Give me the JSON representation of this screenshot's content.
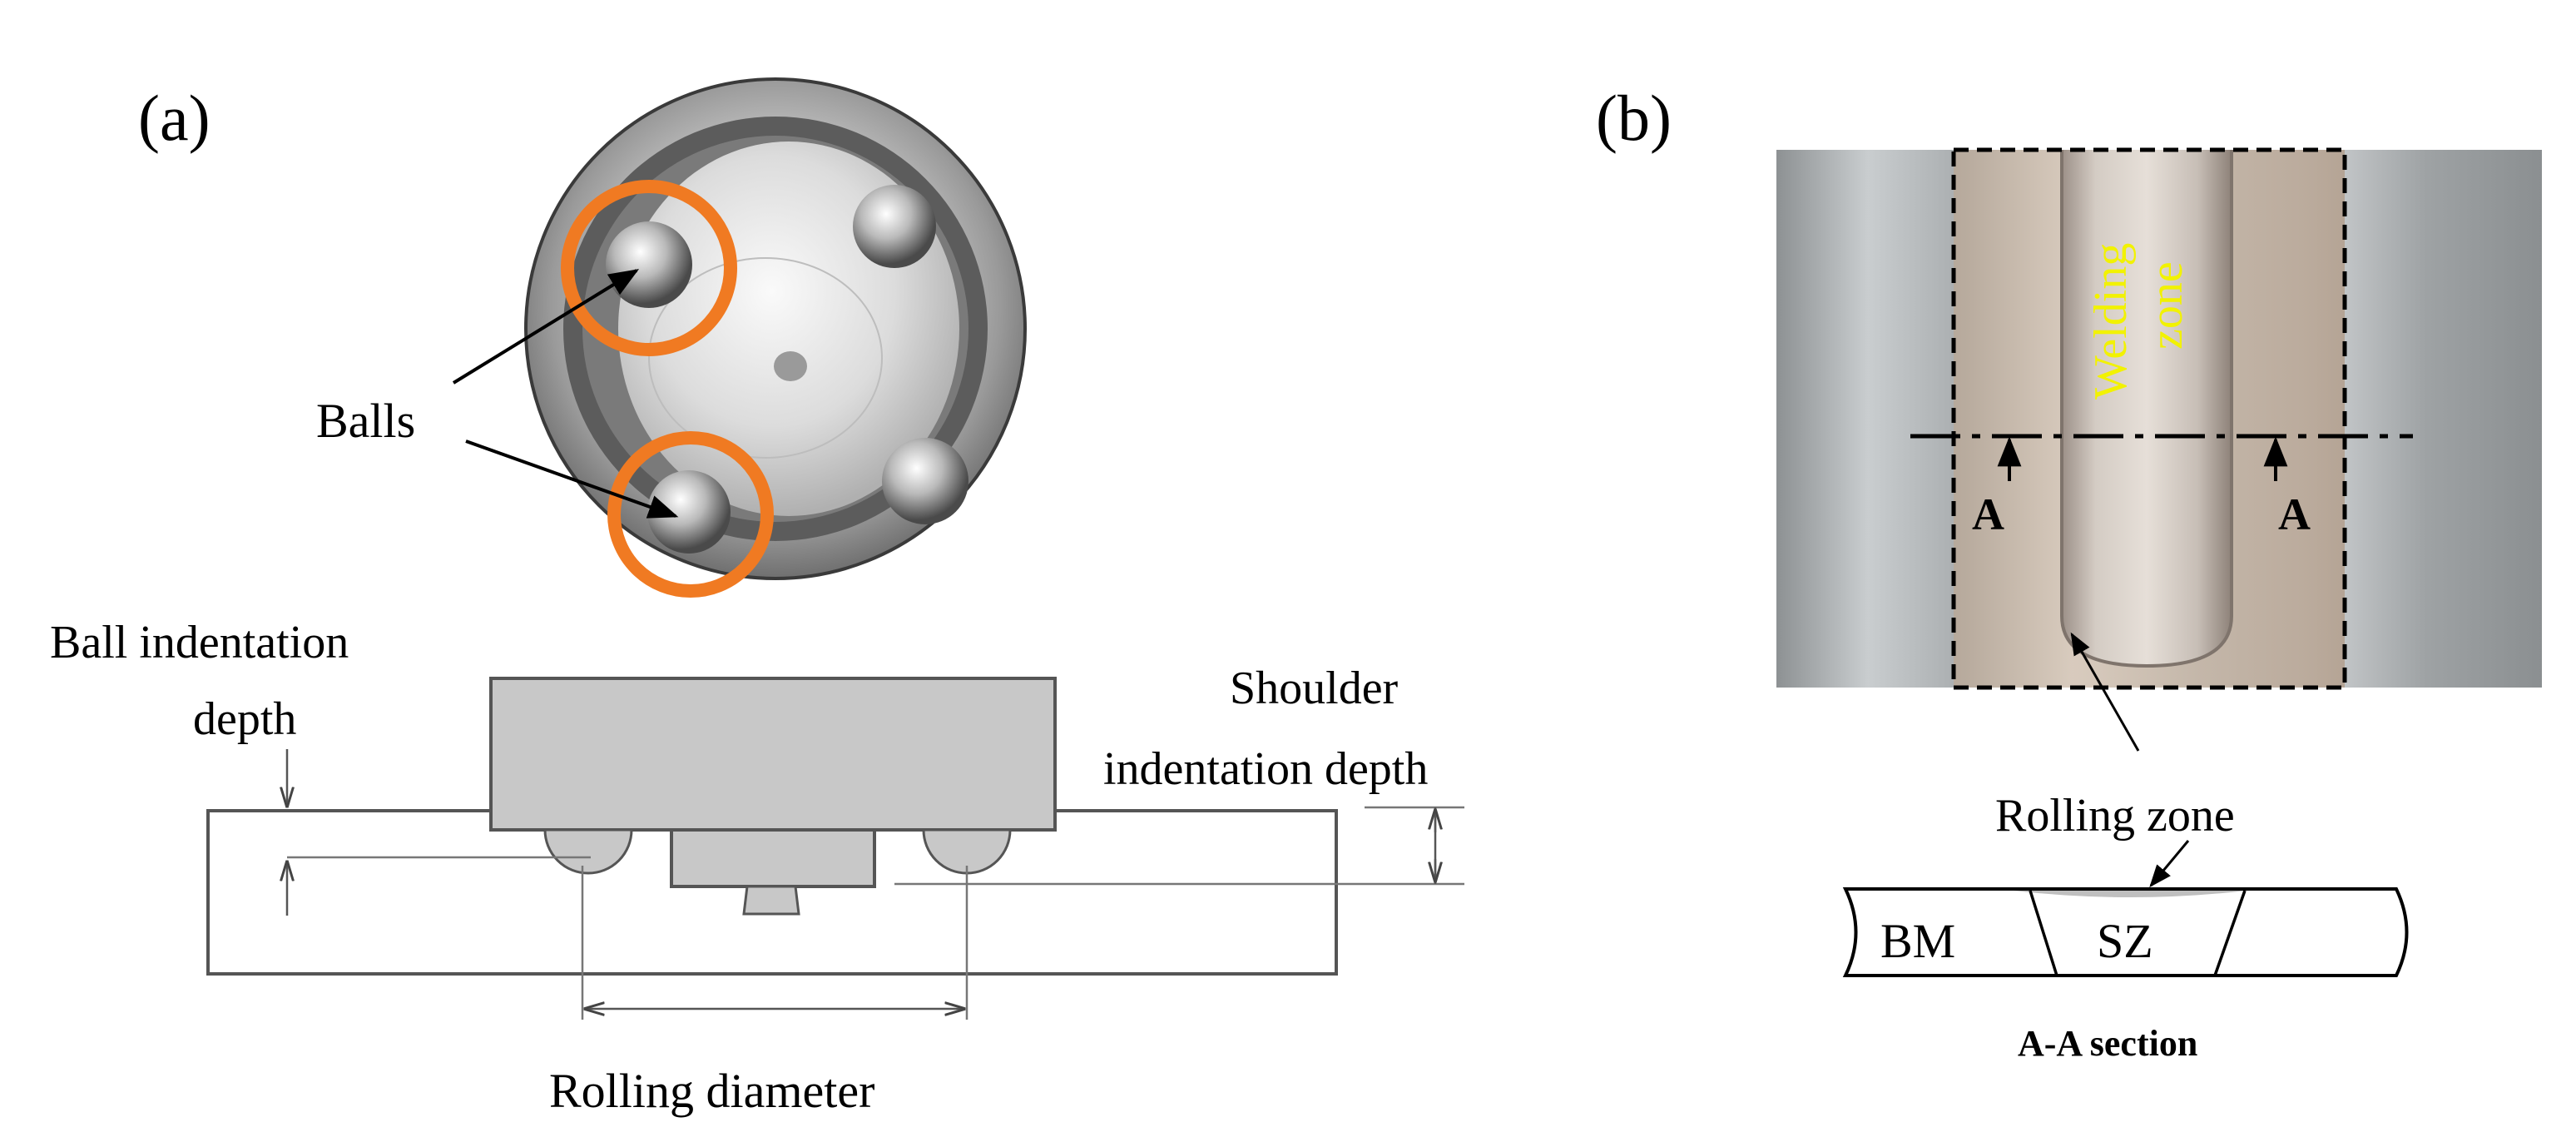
{
  "panel_a": {
    "label": "(a)",
    "balls_label": "Balls",
    "ball_indentation_line1": "Ball indentation",
    "ball_indentation_line2": "depth",
    "shoulder_indentation_line1": "Shoulder",
    "shoulder_indentation_line2": "indentation depth",
    "rolling_diameter_label": "Rolling diameter"
  },
  "panel_b": {
    "label": "(b)",
    "welding_zone_line1": "Welding",
    "welding_zone_line2": "zone",
    "section_mark_left": "A",
    "section_mark_right": "A",
    "rolling_zone_label": "Rolling zone",
    "bm_label": "BM",
    "sz_label": "SZ",
    "section_caption": "A-A section"
  },
  "colors": {
    "highlight_circle": "#F07A22",
    "welding_zone_text": "#F2F200",
    "tool_fill": "#C8C8C8",
    "line": "#000000"
  }
}
